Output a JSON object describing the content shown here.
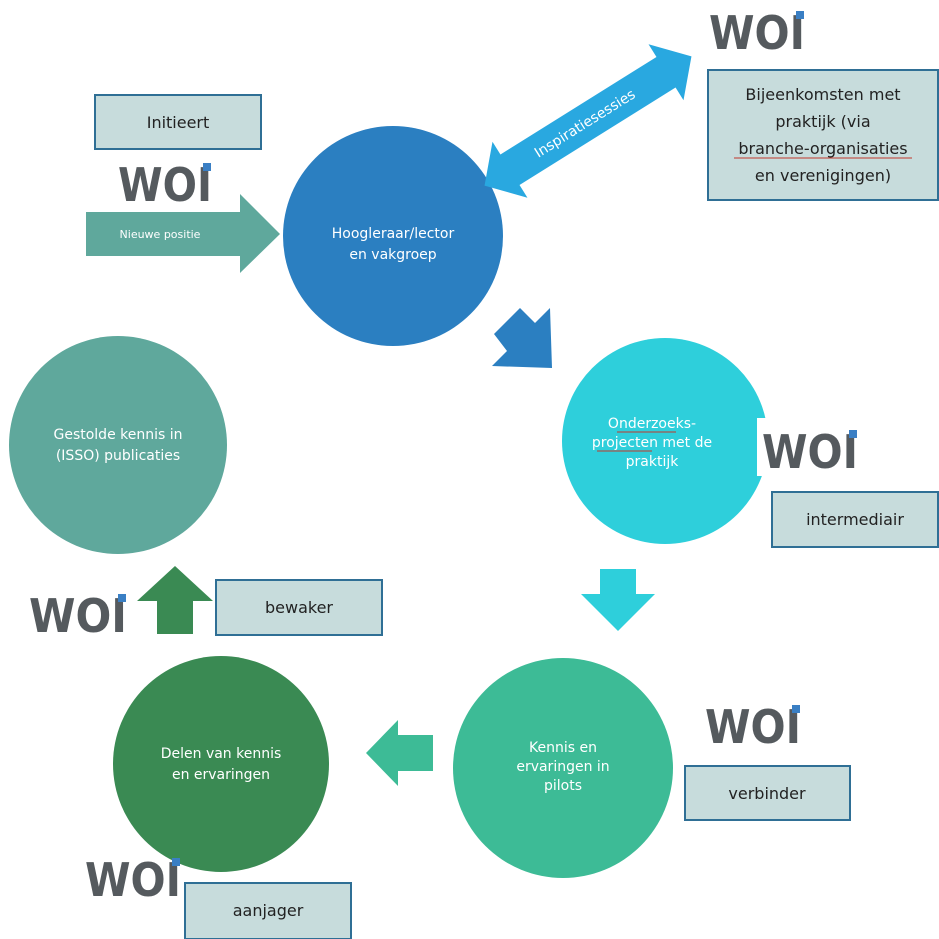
{
  "logo": {
    "text": "WOI",
    "accent": "#3a7fc4"
  },
  "circles": {
    "hoogleraar": {
      "line1": "Hoogleraar/lector",
      "line2": "en vakgroep",
      "color": "#2b7fc1"
    },
    "onderzoek": {
      "line1": "Onderzoeks-",
      "line2": "projecten met de",
      "line3": "praktijk",
      "color": "#2ecfdb"
    },
    "kennis_pilots": {
      "line1": "Kennis en",
      "line2": "ervaringen in",
      "line3": "pilots",
      "color": "#3dbb96"
    },
    "delen": {
      "line1": "Delen van kennis",
      "line2": "en ervaringen",
      "color": "#3a8a53"
    },
    "gestolde": {
      "line1": "Gestolde kennis in",
      "line2": "(ISSO) publicaties",
      "color": "#5fa89c"
    }
  },
  "boxes": {
    "initieert": "Initieert",
    "bijeenkomsten": {
      "line1": "Bijeenkomsten met",
      "line2": "praktijk (via",
      "line3": "branche-organisaties",
      "line4": "en verenigingen)"
    },
    "intermediair": "intermediair",
    "verbinder": "verbinder",
    "aanjager": "aanjager",
    "bewaker": "bewaker"
  },
  "arrows": {
    "nieuwe_positie": "Nieuwe positie",
    "inspiratiesessies": "Inspiratiesessies"
  },
  "colors": {
    "box_fill": "#c7dcdc",
    "box_border": "#2f6f95",
    "arrow_blue": "#2b7fc1",
    "arrow_cyan": "#2ecfdb",
    "arrow_teal": "#3dbb96",
    "arrow_green": "#3a8a53",
    "arrow_light_blue": "#29a8e0",
    "arrow_grey_teal": "#5fa89c"
  }
}
